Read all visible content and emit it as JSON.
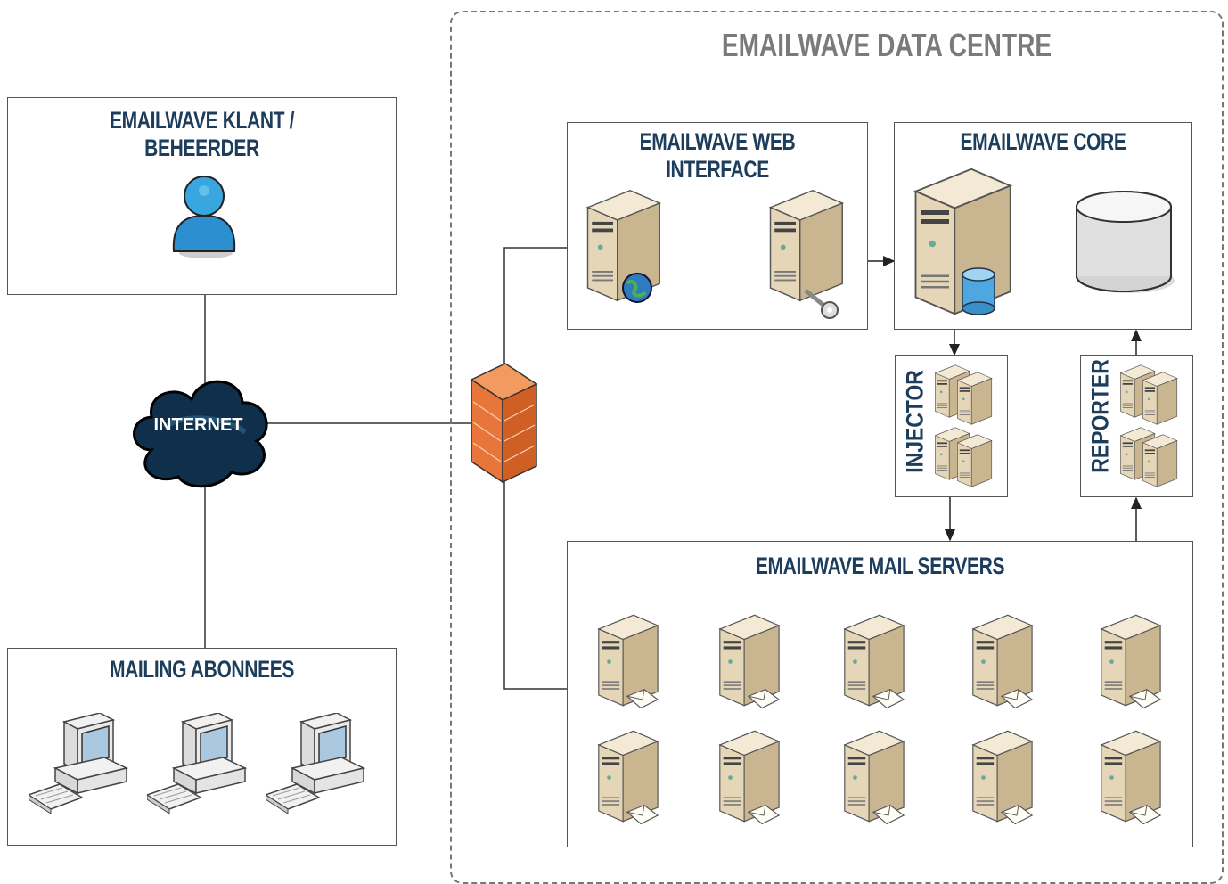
{
  "data_centre": {
    "title": "EMAILWAVE DATA CENTRE"
  },
  "client_box": {
    "title": "EMAILWAVE KLANT / BEHEERDER"
  },
  "subscribers_box": {
    "title": "MAILING ABONNEES"
  },
  "internet": {
    "label": "INTERNET"
  },
  "web_interface_box": {
    "title": "EMAILWAVE WEB INTERFACE"
  },
  "core_box": {
    "title": "EMAILWAVE CORE"
  },
  "injector_box": {
    "label": "INJECTOR"
  },
  "reporter_box": {
    "label": "REPORTER"
  },
  "mail_servers_box": {
    "title": "EMAILWAVE MAIL SERVERS"
  },
  "colors": {
    "title_blue": "#1d3d5c",
    "dc_title_gray": "#7a7a7a",
    "firewall": "#e8753a",
    "server_beige": "#e6d6b8"
  },
  "icons": [
    "user-icon",
    "cloud-icon",
    "firewall-icon",
    "web-server-icon",
    "key-server-icon",
    "database-server-icon",
    "database-icon",
    "server-cluster-icon",
    "mail-server-icon",
    "desktop-computer-icon"
  ]
}
